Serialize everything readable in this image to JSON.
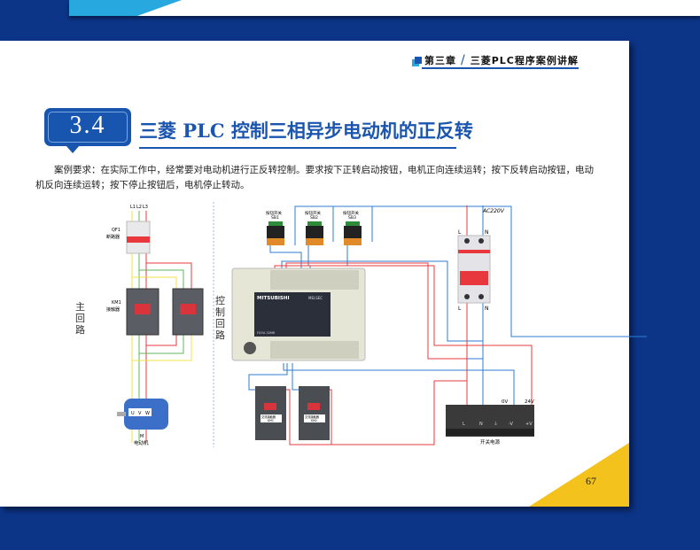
{
  "running_head": {
    "chapter": "第三章",
    "book_section": "三菱PLC程序案例讲解"
  },
  "section": {
    "number": "3.4",
    "title": "三菱 PLC 控制三相异步电动机的正反转"
  },
  "paragraph": "案例要求：在实际工作中，经常要对电动机进行正反转控制。要求按下正转启动按钮，电机正向连续运转；按下反转启动按钮，电动机反向连续运转；按下停止按钮后，电机停止转动。",
  "diagram": {
    "main_circuit": {
      "label": "主回路",
      "phases": [
        "L1",
        "L2",
        "L3"
      ],
      "breaker_label": "QF1",
      "breaker_name": "断路器",
      "contactor_label": "KM1",
      "contactor_name": "接触器",
      "motor_label": "M",
      "motor_name": "电动机",
      "motor_terminals": [
        "U",
        "V",
        "W"
      ]
    },
    "control_circuit": {
      "label": "控制回路",
      "buttons": [
        {
          "name": "按钮开关",
          "id": "SB1"
        },
        {
          "name": "按钮开关",
          "id": "SB2"
        },
        {
          "name": "按钮开关",
          "id": "SB3"
        }
      ],
      "plc_brand": "MITSUBISHI",
      "plc_series": "MELSEC",
      "plc_model": "FX3U-32MR",
      "contactors": [
        {
          "name": "交流接触器",
          "id": "KM1"
        },
        {
          "name": "交流接触器",
          "id": "KM2"
        }
      ],
      "supply_label": "AC220V",
      "breaker_terminals": [
        "L",
        "N"
      ],
      "psu_name": "开关电源",
      "psu_terminals": [
        "L",
        "N",
        "⏚",
        "-V",
        "+V"
      ],
      "psu_out_0v": "0V",
      "psu_out_24v": "24V"
    }
  },
  "page_number": "67",
  "colors": {
    "navy": "#0c3588",
    "blue": "#1a56b0",
    "sky": "#27a9df",
    "yellow": "#f3c21c",
    "wire_red": "#e8383d",
    "wire_blue": "#2e7dd1",
    "wire_green": "#5cb85c",
    "wire_yellow": "#f0e04a"
  }
}
